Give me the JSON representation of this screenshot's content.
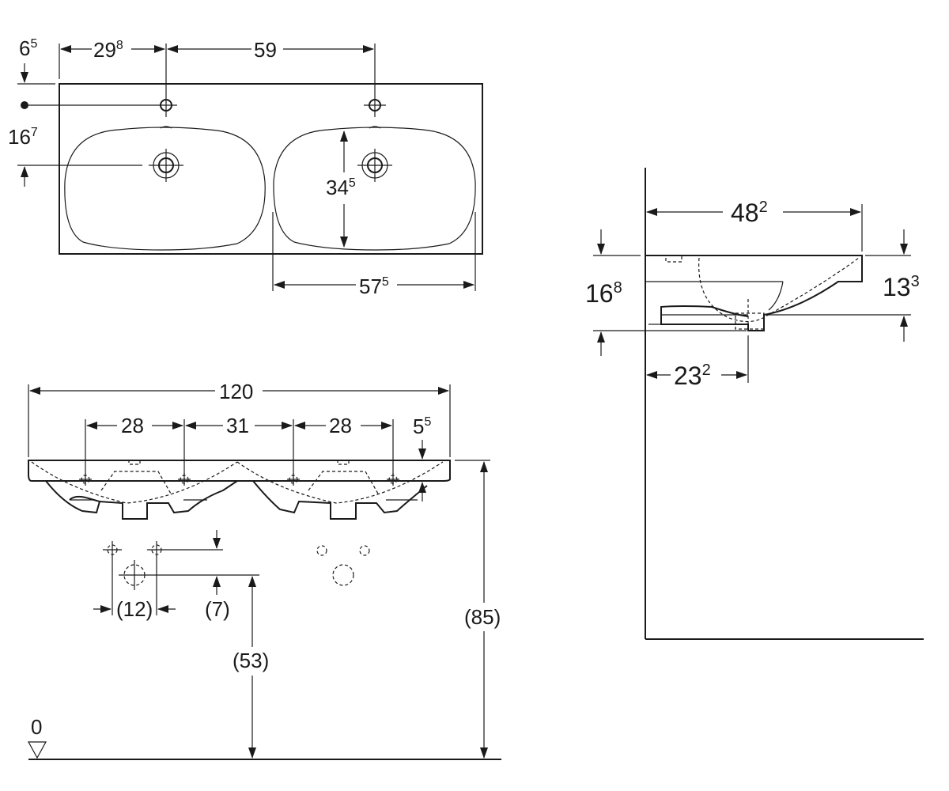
{
  "top_view": {
    "dims": {
      "d65": {
        "main": "6",
        "sup": "5"
      },
      "d298": {
        "main": "29",
        "sup": "8"
      },
      "d59": {
        "main": "59",
        "sup": ""
      },
      "d167": {
        "main": "16",
        "sup": "7"
      },
      "d345": {
        "main": "34",
        "sup": "5"
      },
      "d575": {
        "main": "57",
        "sup": "5"
      }
    }
  },
  "front_view": {
    "dims": {
      "d120": {
        "main": "120",
        "sup": ""
      },
      "d28a": {
        "main": "28",
        "sup": ""
      },
      "d31": {
        "main": "31",
        "sup": ""
      },
      "d28b": {
        "main": "28",
        "sup": ""
      },
      "d55": {
        "main": "5",
        "sup": "5"
      },
      "d12": {
        "main": "(12)",
        "sup": ""
      },
      "d7": {
        "main": "(7)",
        "sup": ""
      },
      "d53": {
        "main": "(53)",
        "sup": ""
      },
      "d85": {
        "main": "(85)",
        "sup": ""
      },
      "floor": {
        "main": "0",
        "sup": ""
      }
    }
  },
  "side_view": {
    "dims": {
      "d482": {
        "main": "48",
        "sup": "2"
      },
      "d168": {
        "main": "16",
        "sup": "8"
      },
      "d133": {
        "main": "13",
        "sup": "3"
      },
      "d232": {
        "main": "23",
        "sup": "2"
      }
    }
  }
}
